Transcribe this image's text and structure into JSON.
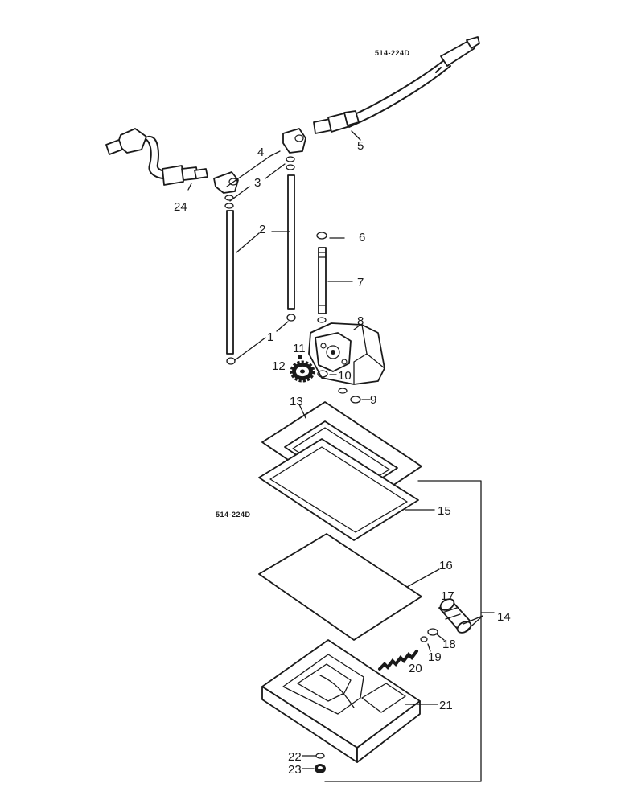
{
  "diagram_codes": {
    "top_code": "514-224D",
    "side_code": "514-224D"
  },
  "callouts": {
    "c1": "1",
    "c2": "2",
    "c3": "3",
    "c4": "4",
    "c5": "5",
    "c6": "6",
    "c7": "7",
    "c8": "8",
    "c9": "9",
    "c10": "10",
    "c11": "11",
    "c12": "12",
    "c13": "13",
    "c14": "14",
    "c15": "15",
    "c16": "16",
    "c17": "17",
    "c18": "18",
    "c19": "19",
    "c20": "20",
    "c21": "21",
    "c22": "22",
    "c23": "23",
    "c24": "24"
  }
}
